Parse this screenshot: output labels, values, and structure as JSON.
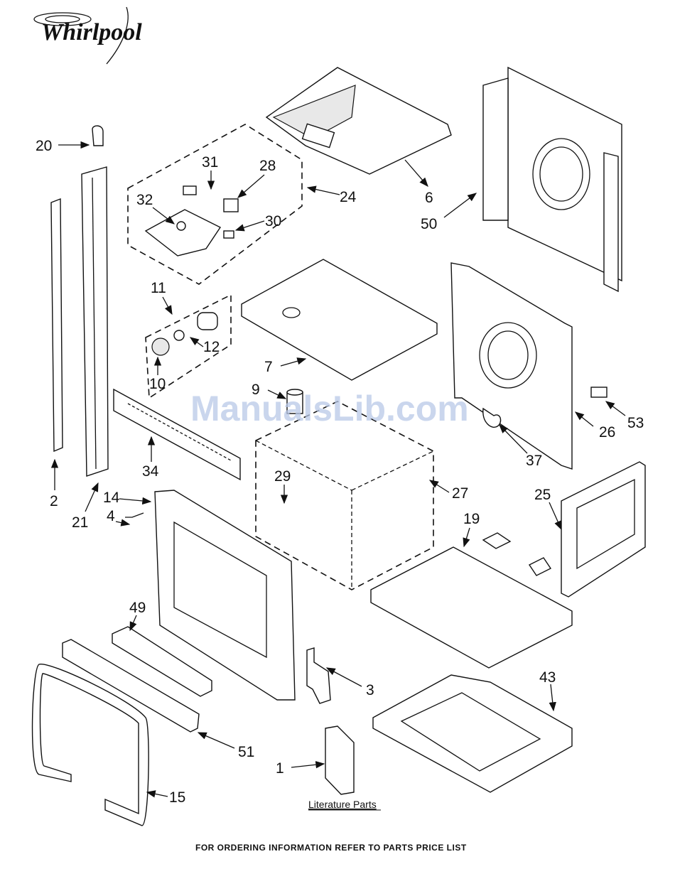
{
  "brand": {
    "logo_text": "Whirlpool"
  },
  "watermark": "ManualsLib.com",
  "part_labels": {
    "p1": "1",
    "p2": "2",
    "p3": "3",
    "p4": "4",
    "p6": "6",
    "p7": "7",
    "p9": "9",
    "p10": "10",
    "p11": "11",
    "p12": "12",
    "p14": "14",
    "p15": "15",
    "p19": "19",
    "p20": "20",
    "p21": "21",
    "p24": "24",
    "p25": "25",
    "p26": "26",
    "p27": "27",
    "p28": "28",
    "p29": "29",
    "p30": "30",
    "p31": "31",
    "p32": "32",
    "p34": "34",
    "p37": "37",
    "p43": "43",
    "p49": "49",
    "p50": "50",
    "p51": "51",
    "p53": "53"
  },
  "literature_label": "Literature Parts",
  "footer_note": "FOR ORDERING INFORMATION REFER TO PARTS PRICE LIST"
}
